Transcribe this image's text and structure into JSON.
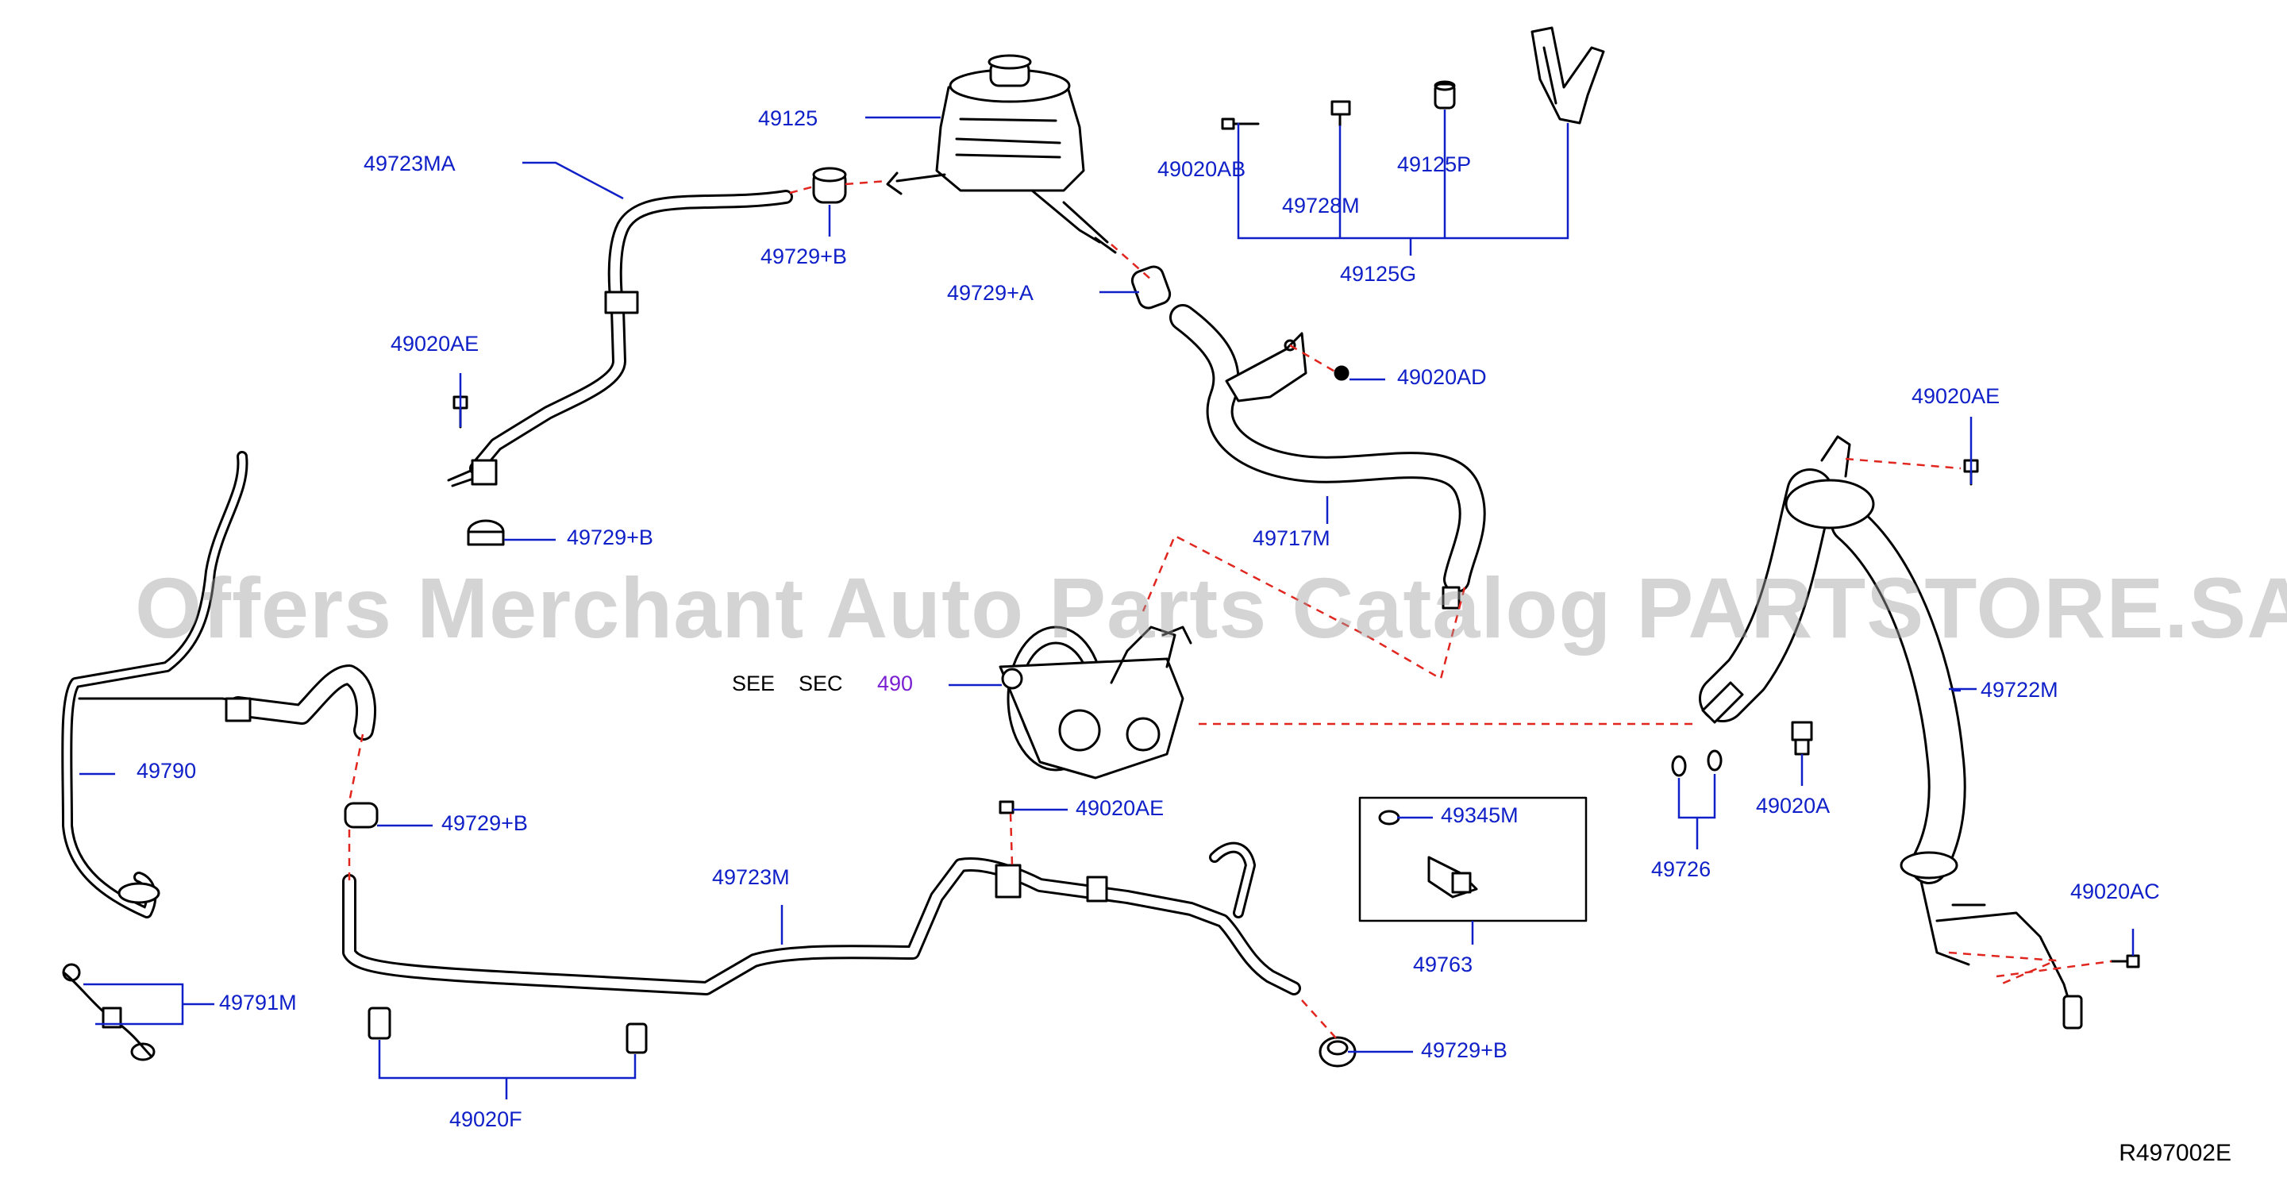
{
  "watermark": "Offers Merchant Auto Parts Catalog PARTSTORE.SA",
  "diagram_ref": "R497002E",
  "see_section": {
    "see": "SEE",
    "sec": "SEC",
    "num": "490"
  },
  "labels": {
    "p49125": "49125",
    "p49723MA": "49723MA",
    "p49729B_top": "49729+B",
    "p49729A": "49729+A",
    "p49020AB": "49020AB",
    "p49728M": "49728M",
    "p49125P": "49125P",
    "p49125G": "49125G",
    "p49020AE_left": "49020AE",
    "p49020AD": "49020AD",
    "p49729B_mid": "49729+B",
    "p49717M": "49717M",
    "p49020AE_right": "49020AE",
    "p49722M": "49722M",
    "p49790": "49790",
    "p49729B_left": "49729+B",
    "p49020AE_center": "49020AE",
    "p49723M": "49723M",
    "p49345M": "49345M",
    "p49763": "49763",
    "p49726": "49726",
    "p49020A": "49020A",
    "p49020AC": "49020AC",
    "p49791M": "49791M",
    "p49020F": "49020F",
    "p49729B_bottom": "49729+B"
  },
  "colors": {
    "leader": "#1020c8",
    "dashed": "#e0261f",
    "line": "#000000"
  }
}
